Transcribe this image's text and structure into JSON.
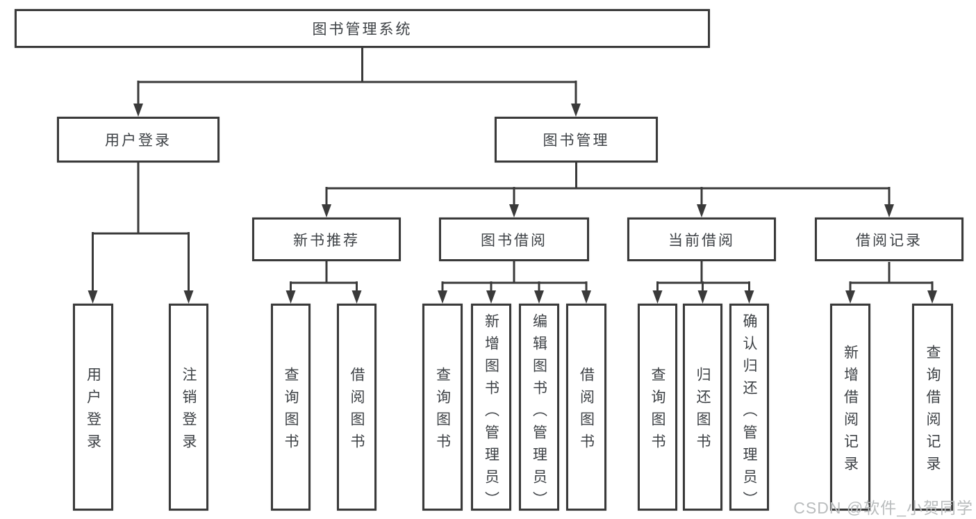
{
  "tree": {
    "root": "图书管理系统",
    "level2": [
      {
        "label": "用户登录",
        "leaves": [
          "用户登录",
          "注销登录"
        ]
      },
      {
        "label": "图书管理",
        "sections": [
          {
            "label": "新书推荐",
            "leaves": [
              "查询图书",
              "借阅图书"
            ]
          },
          {
            "label": "图书借阅",
            "leaves": [
              "查询图书",
              "新增图书（管理员）",
              "编辑图书（管理员）",
              "借阅图书"
            ]
          },
          {
            "label": "当前借阅",
            "leaves": [
              "查询图书",
              "归还图书",
              "确认归还（管理员）"
            ]
          },
          {
            "label": "借阅记录",
            "leaves": [
              "新增借阅记录",
              "查询借阅记录"
            ]
          }
        ]
      }
    ]
  },
  "watermark": {
    "text": "CSDN @软件_小贺同学"
  },
  "colors": {
    "line": "#3a3a3a",
    "text": "#3d4145",
    "watermark": "#b9bcbd",
    "background": "#ffffff"
  }
}
